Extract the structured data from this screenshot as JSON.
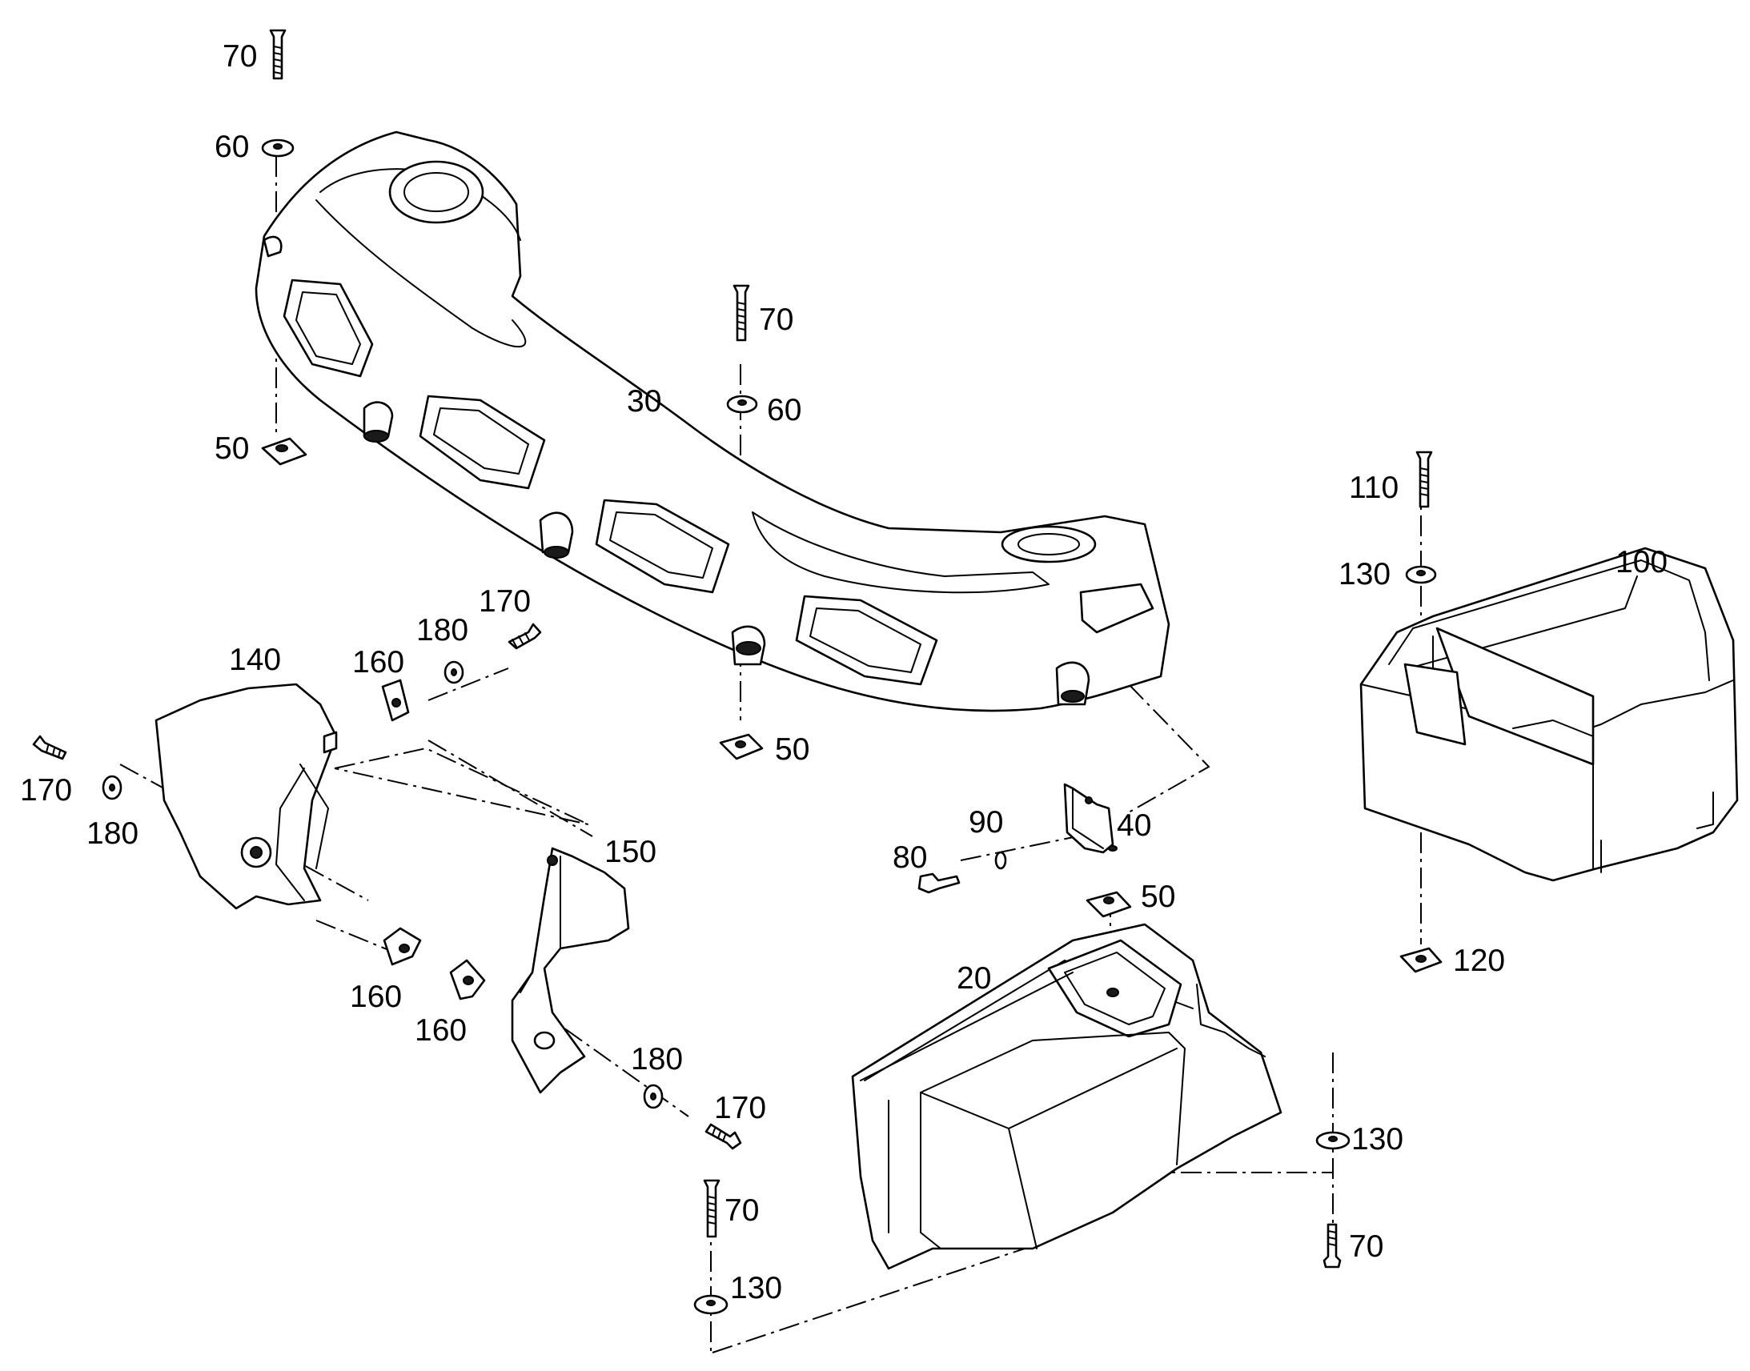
{
  "diagram": {
    "callouts": {
      "c70_top": "70",
      "c60_top": "60",
      "c50_left": "50",
      "c30": "30",
      "c70_mid": "70",
      "c60_mid": "60",
      "c50_mid": "50",
      "c110": "110",
      "c130_right": "130",
      "c100": "100",
      "c120": "120",
      "c140": "140",
      "c160_upper": "160",
      "c180_upper": "180",
      "c170_upper": "170",
      "c170_left": "170",
      "c180_left": "180",
      "c150": "150",
      "c160_lower_a": "160",
      "c160_lower_b": "160",
      "c180_lower": "180",
      "c170_lower": "170",
      "c80": "80",
      "c90": "90",
      "c40": "40",
      "c50_right": "50",
      "c20": "20",
      "c130_lower_right": "130",
      "c70_lower_right": "70",
      "c70_bottom": "70",
      "c130_bottom": "130"
    }
  }
}
